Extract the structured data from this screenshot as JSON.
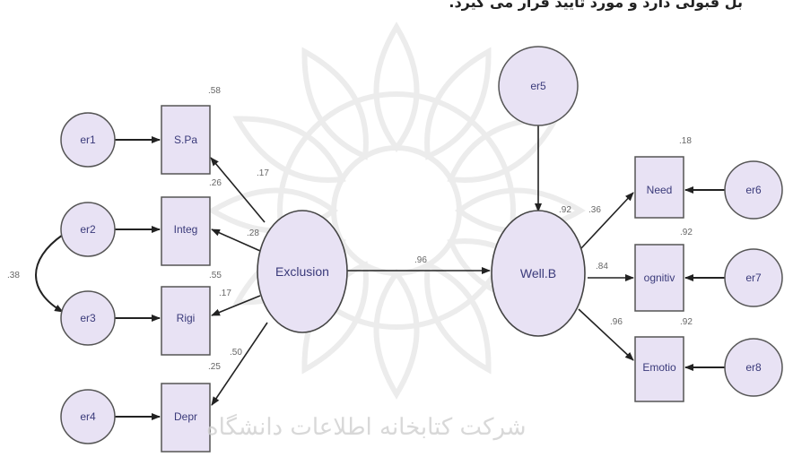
{
  "caption": "بل قبولی دارد و مورد تایید قرار می گیرد.",
  "watermark_text": "شرکت کتابخانه اطلاعات دانشگاه",
  "colors": {
    "node_fill": "#e8e2f4",
    "node_stroke": "#555555",
    "arrow": "#222222",
    "watermark": "#d8d8d8"
  },
  "errors": {
    "er1": "er1",
    "er2": "er2",
    "er3": "er3",
    "er4": "er4",
    "er5": "er5",
    "er6": "er6",
    "er7": "er7",
    "er8": "er8"
  },
  "indicators": {
    "s_pa": "S.Pa",
    "integ": "Integ",
    "rigi": "Rigi",
    "depr": "Depr",
    "need": "Need",
    "cognitive": "ognitiv",
    "emotion": "Emotio"
  },
  "latents": {
    "exclusion": "Exclusion",
    "well_being": "Well.B"
  },
  "coefficients": {
    "r2_s_pa": ".58",
    "r2_integ": ".26",
    "r2_rigi": ".55",
    "r2_depr": ".25",
    "load_s_pa": ".17",
    "load_integ": ".28",
    "load_rigi": ".17",
    "load_depr": ".50",
    "covariance_er2_er3": ".38",
    "path_exclusion_wellb": ".96",
    "r2_need": ".18",
    "r2_cognitive": ".92",
    "r2_emotion": ".92",
    "load_need_a": ".92",
    "load_need_b": ".36",
    "load_cognitive": ".84",
    "load_emotion": ".96"
  }
}
